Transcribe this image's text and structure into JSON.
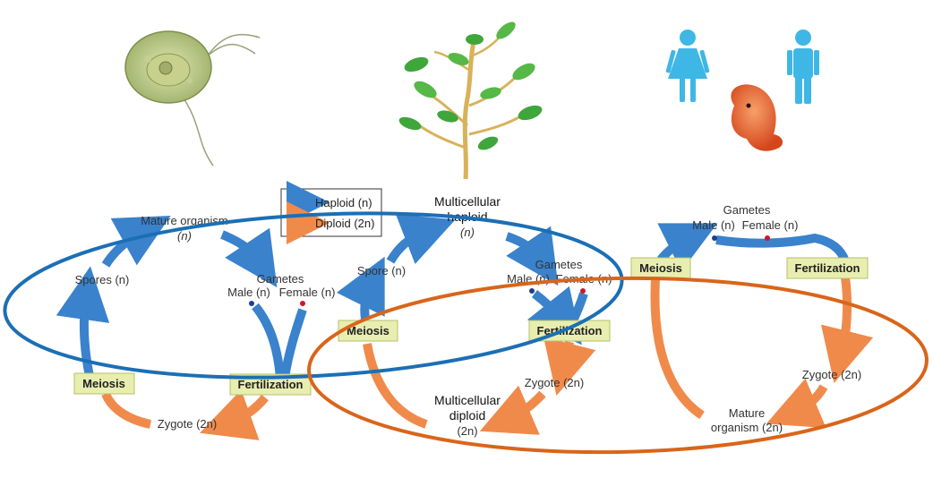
{
  "colors": {
    "haploid": "#3a82cc",
    "diploid": "#f08a4b",
    "haploid_ring": "#1b6fb5",
    "diploid_ring": "#d9651a",
    "box_fill": "#e8eeb0",
    "box_stroke": "#b6c06a"
  },
  "legend": {
    "haploid": "Haploid (n)",
    "diploid": "Diploid (2n)"
  },
  "cycle1": {
    "mature_organism": "Mature organism",
    "mature_n": "(n)",
    "spores": "Spores (n)",
    "gametes": "Gametes",
    "male": "Male (n)",
    "female": "Female (n)",
    "meiosis": "Meiosis",
    "fertilization": "Fertilization",
    "zygote": "Zygote (2n)"
  },
  "cycle2": {
    "multicellular_haploid_1": "Multicellular",
    "multicellular_haploid_2": "haploid",
    "haploid_n": "(n)",
    "spore": "Spore (n)",
    "gametes": "Gametes",
    "male": "Male (n)",
    "female": "Female (n)",
    "meiosis": "Meiosis",
    "fertilization": "Fertilization",
    "zygote": "Zygote (2n)",
    "multicellular_diploid_1": "Multicellular",
    "multicellular_diploid_2": "diploid",
    "diploid_2n": "(2n)"
  },
  "cycle3": {
    "gametes": "Gametes",
    "male": "Male (n)",
    "female": "Female (n)",
    "meiosis": "Meiosis",
    "fertilization": "Fertilization",
    "zygote": "Zygote (2n)",
    "mature_1": "Mature",
    "mature_2": "organism (2n)"
  },
  "icons": [
    "alga-icon",
    "plant-icon",
    "female-human-icon",
    "male-human-icon",
    "embryo-icon"
  ]
}
